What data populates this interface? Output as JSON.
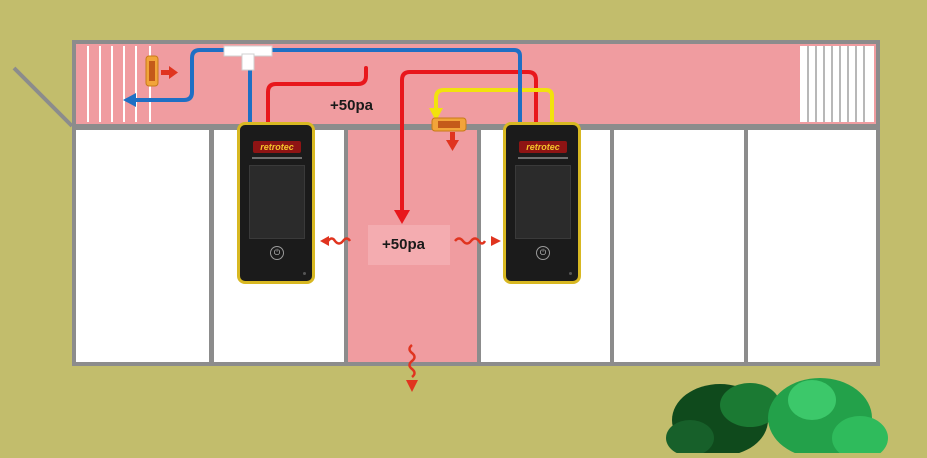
{
  "diagram": {
    "pressure_labels": {
      "attic": "+50pa",
      "hallway": "+50pa"
    },
    "gauges": [
      {
        "brand": "retrotec",
        "power_icon": "power-icon"
      },
      {
        "brand": "retrotec",
        "power_icon": "power-icon"
      }
    ],
    "colors": {
      "ground": "#c2bd6c",
      "pressurized_zone": "#f09ca0",
      "room_floor": "#ffffff",
      "wall": "#8c8c8c",
      "tube_blue": "#1f6fc4",
      "tube_red": "#e8171c",
      "tube_yellow": "#f2e20d",
      "leak_arrow": "#e0341f",
      "gauge_body": "#1b1b1b",
      "gauge_trim": "#d8b822"
    },
    "icons": [
      "t-connector-icon",
      "fan-icon",
      "leak-arrow-icon",
      "tree-icon",
      "power-icon"
    ]
  }
}
